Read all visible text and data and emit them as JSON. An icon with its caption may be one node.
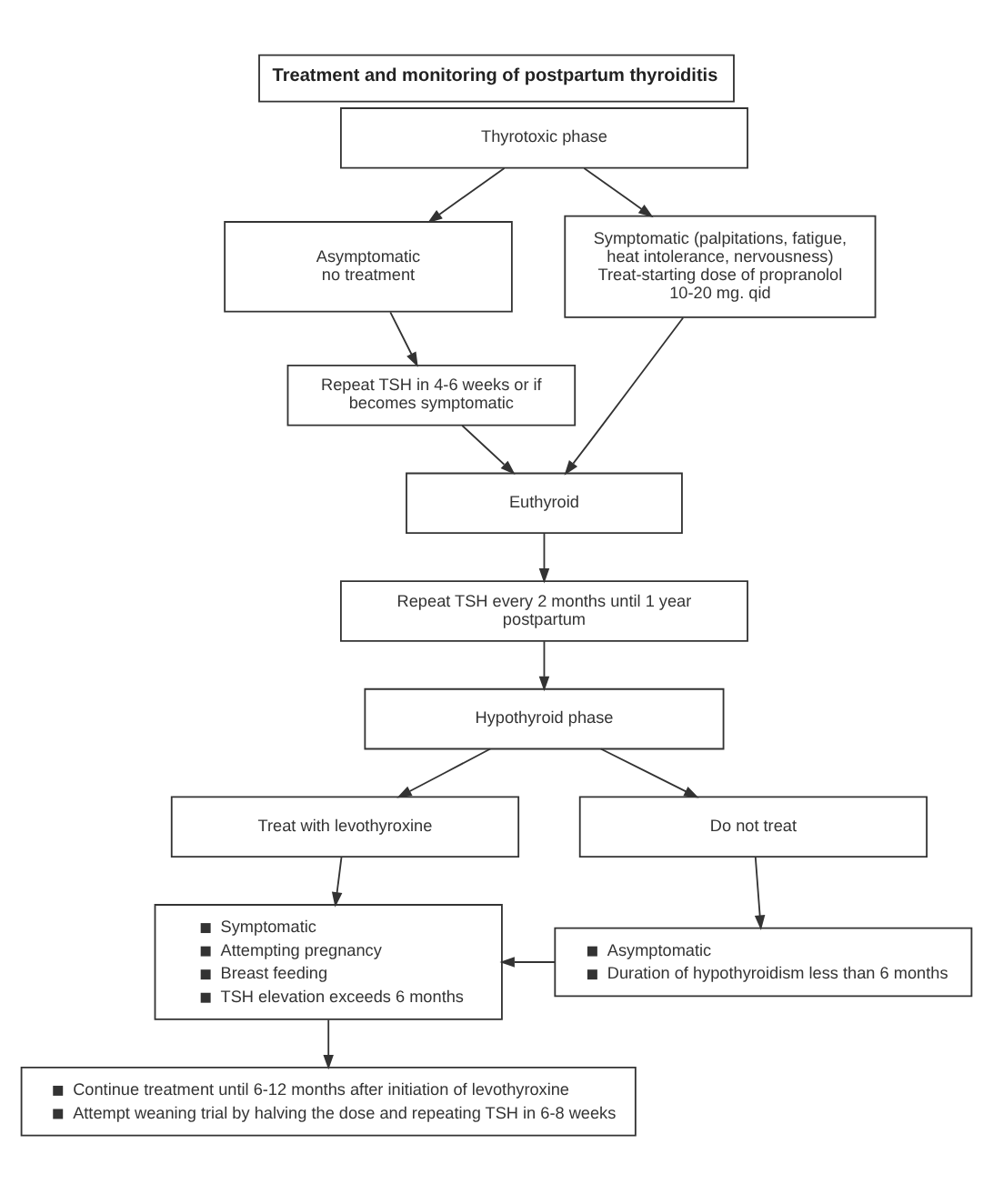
{
  "diagram": {
    "title": "Treatment and monitoring of postpartum thyroiditis",
    "nodes": [
      {
        "text": [
          "Thyrotoxic phase"
        ]
      },
      {
        "text": [
          "Asymptomatic",
          "no treatment"
        ]
      },
      {
        "text": [
          "Symptomatic (palpitations, fatigue, heat intolerance, nervousness)",
          "Treat-starting dose of propranolol 10-20 mg. qid"
        ]
      },
      {
        "text": [
          "Repeat TSH in 4-6 weeks or if becomes symptomatic"
        ]
      },
      {
        "text": [
          "Euthyroid"
        ]
      },
      {
        "text": [
          "Repeat TSH every 2 months until 1 year postpartum"
        ]
      },
      {
        "text": [
          "Hypothyroid phase"
        ]
      },
      {
        "text": [
          "Treat with levothyroxine"
        ]
      },
      {
        "text": [
          "Do not treat"
        ]
      },
      {
        "text": [
          "Symptomatic",
          "Attempting pregnancy",
          "Breast feeding",
          "TSH elevation exceeds 6 months"
        ]
      },
      {
        "text": [
          "Asymptomatic",
          "Duration of hypothyroidism less than 6 months"
        ]
      },
      {
        "text": [
          "Continue treatment until 6-12 months after initiation of levothyroxine",
          "Attempt weaning trial by halving the dose and repeating TSH in 6-8 weeks"
        ]
      }
    ],
    "edges": [
      {
        "from": 0,
        "to": 1,
        "arrow": "to"
      },
      {
        "from": 0,
        "to": 2,
        "arrow": "to"
      },
      {
        "from": 1,
        "to": 3,
        "arrow": "to"
      },
      {
        "from": 3,
        "to": 4,
        "arrow": "to"
      },
      {
        "from": 2,
        "to": 4,
        "arrow": "to"
      },
      {
        "from": 4,
        "to": 5,
        "arrow": "to"
      },
      {
        "from": 5,
        "to": 6,
        "arrow": "to"
      },
      {
        "from": 6,
        "to": 7,
        "arrow": "to"
      },
      {
        "from": 6,
        "to": 8,
        "arrow": "to"
      },
      {
        "from": 7,
        "to": 9,
        "arrow": "to"
      },
      {
        "from": 8,
        "to": 10,
        "arrow": "to"
      },
      {
        "from": 10,
        "to": 9,
        "arrow": "to"
      },
      {
        "from": 9,
        "to": 11,
        "arrow": "to"
      }
    ]
  }
}
